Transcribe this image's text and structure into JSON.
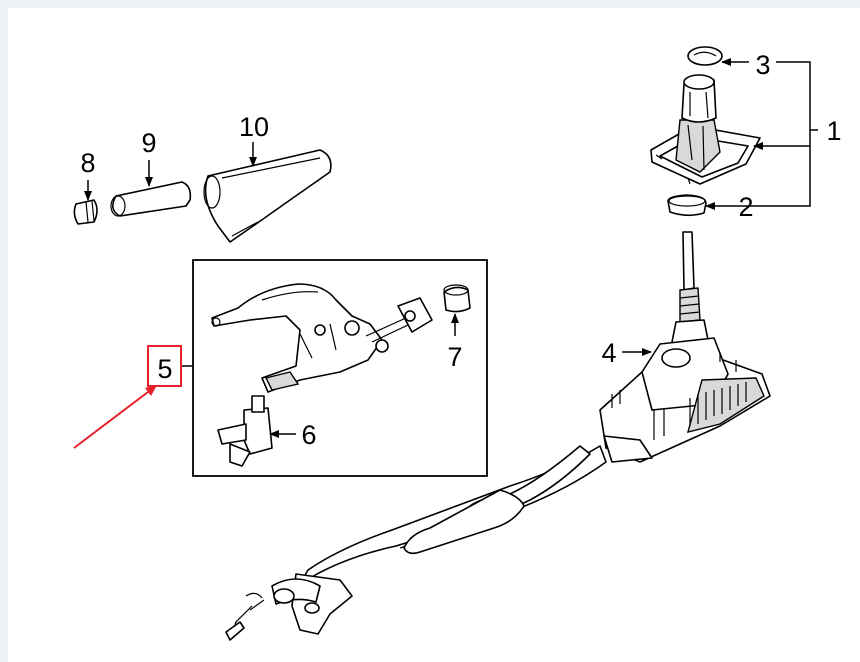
{
  "diagram": {
    "callouts": [
      {
        "id": "1",
        "text": "1"
      },
      {
        "id": "2",
        "text": "2"
      },
      {
        "id": "3",
        "text": "3"
      },
      {
        "id": "4",
        "text": "4"
      },
      {
        "id": "5",
        "text": "5"
      },
      {
        "id": "6",
        "text": "6"
      },
      {
        "id": "7",
        "text": "7"
      },
      {
        "id": "8",
        "text": "8"
      },
      {
        "id": "9",
        "text": "9"
      },
      {
        "id": "10",
        "text": "10"
      }
    ],
    "highlight": {
      "callout": "5",
      "color": "#e8202a"
    },
    "colors": {
      "background": "#ffffff",
      "frame": "#eef1f3",
      "ink": "#000000"
    }
  }
}
